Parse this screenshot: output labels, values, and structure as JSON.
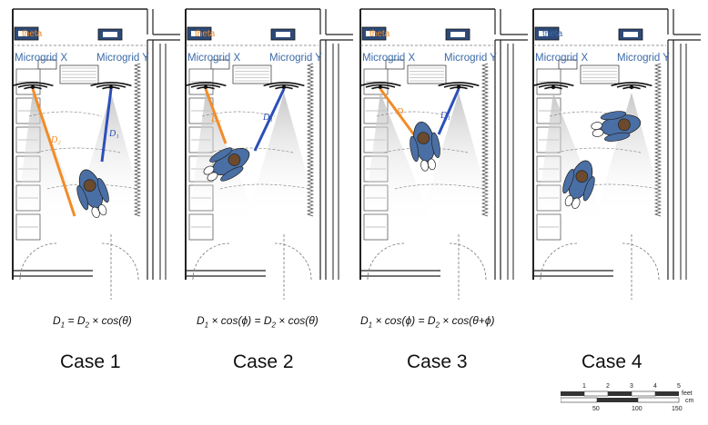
{
  "panels": [
    {
      "theta_label": "theta",
      "theta_color": "#f28c28",
      "mic_x": "Microgrid X",
      "mic_y": "Microgrid Y",
      "d2": "D₂",
      "d1": "D₁",
      "formula": "D1 = D2 × cos(θ)",
      "case": "Case 1"
    },
    {
      "theta_label": "theta",
      "theta_color": "#f28c28",
      "mic_x": "Microgrid X",
      "mic_y": "Microgrid Y",
      "d2": "D₂",
      "d1": "D₁",
      "formula": "D1 × cos(ϕ) = D2 × cos(θ)",
      "case": "Case 2"
    },
    {
      "theta_label": "theta",
      "theta_color": "#f28c28",
      "mic_x": "Microgrid X",
      "mic_y": "Microgrid Y",
      "d2": "D",
      "d1": "D₁",
      "formula": "D1 × cos(ϕ) = D2 × cos(θ+ϕ)",
      "case": "Case 3"
    },
    {
      "theta_label": "theta",
      "theta_color": "#3b6aa8",
      "mic_x": "Microgrid X",
      "mic_y": "Microgrid Y",
      "d2": "",
      "d1": "",
      "formula": "",
      "case": "Case 4"
    }
  ],
  "formulas": {
    "f1": {
      "a": "D",
      "as": "1",
      "mid": " = ",
      "b": "D",
      "bs": "2",
      "tail": " × cos(θ)"
    },
    "f2": {
      "a": "D",
      "as": "1",
      "pre": " × cos(ϕ) = ",
      "b": "D",
      "bs": "2",
      "tail": " × cos(θ)"
    },
    "f3": {
      "a": "D",
      "as": "1",
      "pre": " × cos(ϕ) = ",
      "b": "D",
      "bs": "2",
      "tail": " × cos(θ+ϕ)"
    }
  },
  "colors": {
    "orange": "#f28c28",
    "blue": "#2c4fb8",
    "mic_label": "#3b6aa8"
  },
  "scale_bar": {
    "feet_ticks": [
      "1",
      "2",
      "3",
      "4",
      "5"
    ],
    "feet_unit": "feet",
    "cm_ticks": [
      "50",
      "100",
      "150"
    ],
    "cm_unit": "cm"
  }
}
